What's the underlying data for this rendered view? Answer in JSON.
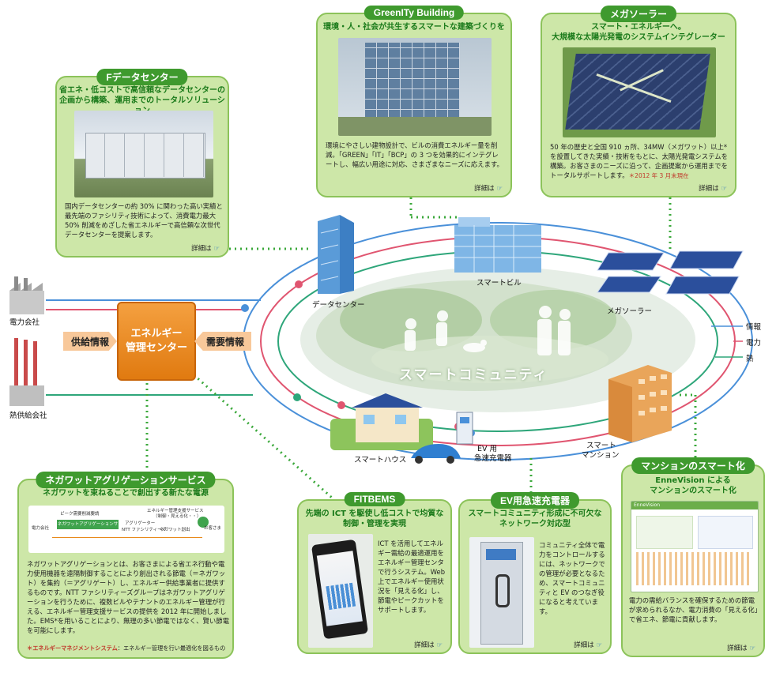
{
  "center": {
    "ems_line1": "エネルギー",
    "ems_line2": "管理センター",
    "supply_info": "供給情報",
    "demand_info": "需要情報",
    "community": "スマートコミュニティ",
    "power_company": "電力会社",
    "heat_company": "熱供給会社",
    "legend_info": "情報",
    "legend_power": "電力",
    "legend_heat": "熱",
    "label_datacenter": "データセンター",
    "label_smartbuilding": "スマートビル",
    "label_megasolar": "メガソーラー",
    "label_smarthouse": "スマートハウス",
    "label_ev_line1": "EV 用",
    "label_ev_line2": "急速充電器",
    "label_mansion_line1": "スマート",
    "label_mansion_line2": "マンション"
  },
  "colors": {
    "info": "#4a90d9",
    "power": "#e05570",
    "heat": "#2ea67a",
    "panel": "#cde7a8",
    "tab": "#3f9a2e",
    "ems": "#e8820f"
  },
  "panels": {
    "fdc": {
      "title": "Fデータセンター",
      "sub1": "省エネ・低コストで高信頼なデータセンターの",
      "sub2": "企画から構築、運用までのトータルソリューション",
      "body": "国内データセンターの約 30% に関わった高い実績と最先端のファシリティ技術によって、消費電力最大 50% 削減をめざした省エネルギーで高信頼な次世代データセンターを提案します。",
      "more": "詳細は"
    },
    "greenity": {
      "title": "GreenITy Building",
      "sub1": "環境・人・社会が共生するスマートな建築づくりを",
      "body": "環境にやさしい建物設計で、ビルの消費エネルギー量を削減。「GREEN」「IT」「BCP」の 3 つを効果的にインテグレートし、幅広い用途に対応、さまざまなニーズに応えます。",
      "more": "詳細は"
    },
    "mega": {
      "title": "メガソーラー",
      "sub1": "スマート・エネルギーへ。",
      "sub2": "大規模な太陽光発電のシステムインテグレーター",
      "body": "50 年の歴史と全国 910 ヵ所、34MW（メガワット）以上*を設置してきた実績・技術をもとに、太陽光発電システムを構築。お客さまのニーズに沿って、企画提案から運用までをトータルサポートします。",
      "note": "＊2012 年 3 月末現在",
      "more": "詳細は"
    },
    "nega": {
      "title": "ネガワットアグリゲーションサービス",
      "sub1": "ネガワットを束ねることで創出する新たな電源",
      "body": "ネガワットアグリゲーションとは、お客さまによる省エネ行動や電力使用機器を遠隔制御することにより創出される節電（＝ネガワット）を集約（＝アグリゲート）し、エネルギー供給事業者に提供するものです。NTT ファシリティーズグループはネガワットアグリゲーションを行うために、複数ビルやテナントのエネルギー管理が行える、エネルギー管理支援サービスの提供を 2012 年に開始しました。EMS*を用いることにより、無理の多い節電ではなく、賢い節電を可能にします。",
      "note_key": "＊エネルギーマネジメントシステム",
      "note_val": "：エネルギー管理を行い最適化を図るもの",
      "fig_left": "電力会社",
      "fig_right": "お客さま",
      "fig_top": "ピーク需要削減要請",
      "fig_box": "ネガワットアグリゲーションサービス",
      "fig_mid": "アグリゲーター",
      "fig_mid2": "NTT ファシリティーズ",
      "fig_right_top": "エネルギー管理支援サービス",
      "fig_right_sub": "（制御・見える化・・）",
      "fig_nega": "ネガワット創出"
    },
    "fitbems": {
      "title": "FITBEMS",
      "sub1": "先端の ICT を駆使し低コストで均質な",
      "sub2": "制御・管理を実現",
      "body": "ICT を活用してエネルギー需給の最適運用をエネルギー管理センタで行うシステム。Web 上でエネルギー使用状況を「見える化」し、節電やピークカットをサポートします。",
      "more": "詳細は"
    },
    "ev": {
      "title": "EV用急速充電器",
      "sub1": "スマートコミュニティ形成に不可欠な",
      "sub2": "ネットワーク対応型",
      "body": "コミュニティ全体で電力をコントロールするには、ネットワークでの管理が必要となるため、スマートコミュニティと EV のつなぎ役になると考えています。",
      "more": "詳細は"
    },
    "mansion": {
      "title": "マンションのスマート化",
      "sub1": "EnneVision による",
      "sub2": "マンションのスマート化",
      "body": "電力の需給バランスを確保するための節電が求められるなか、電力消費の「見える化」で省エネ、節電に貢献します。",
      "more": "詳細は",
      "app_name": "EnneVision"
    }
  }
}
